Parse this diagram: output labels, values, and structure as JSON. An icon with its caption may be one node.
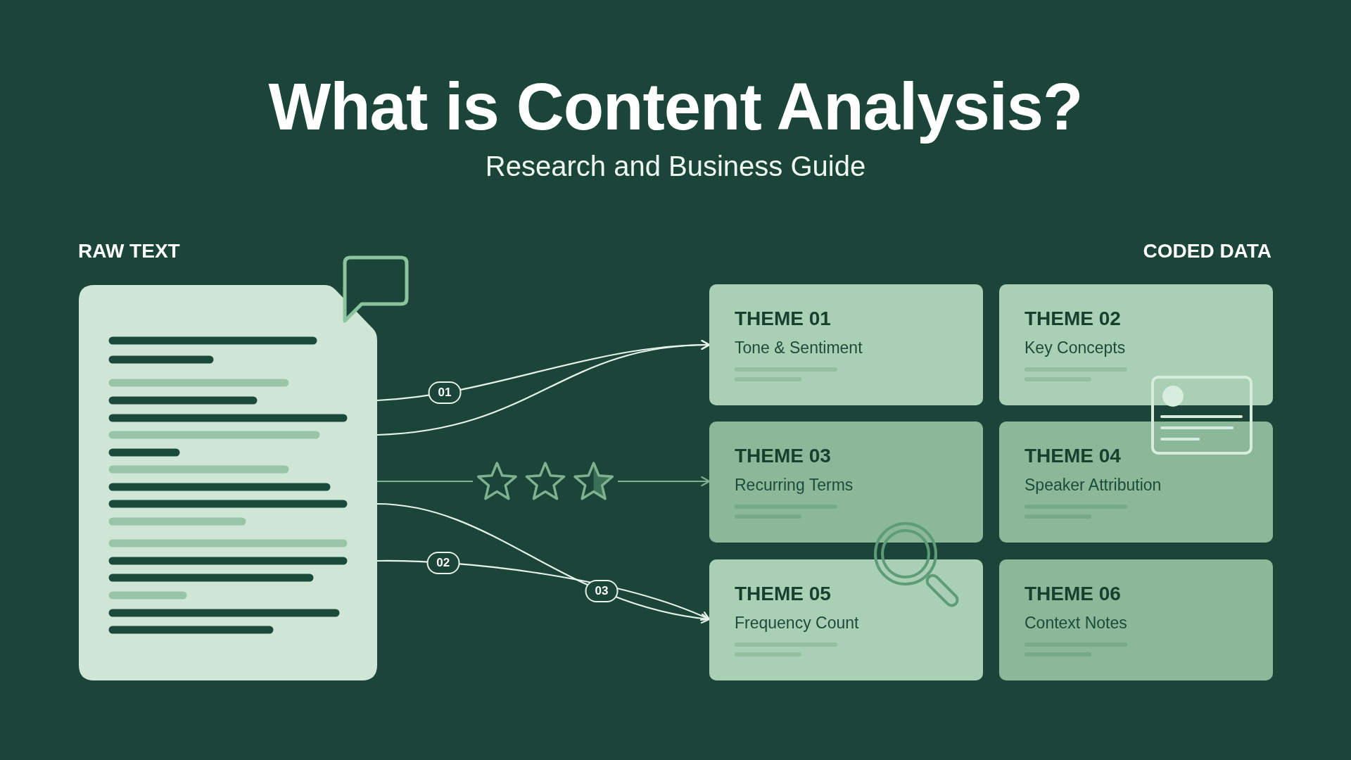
{
  "diagram": {
    "title": "What is Content Analysis?",
    "nodes": [
      {
        "text": [],
        "shape": "document"
      },
      {
        "text": [],
        "shape": "star"
      },
      {
        "text": [
          "THEME 01",
          "Tone & Sentiment"
        ]
      },
      {
        "text": [
          "THEME 02",
          "Key Concepts"
        ]
      },
      {
        "text": [
          "THEME 03",
          "Recurring Terms"
        ]
      },
      {
        "text": [
          "THEME 04",
          "Speaker Attribution"
        ]
      },
      {
        "text": [
          "THEME 05",
          "Frequency Count"
        ]
      },
      {
        "text": [
          "THEME 06",
          "Context Notes"
        ]
      }
    ],
    "edges": [
      {
        "from": 0,
        "to": 2,
        "arrow": "to",
        "label": "01"
      },
      {
        "from": 0,
        "to": 2,
        "arrow": "to"
      },
      {
        "from": 0,
        "to": 1,
        "arrow": "none",
        "color": "#7fb08f"
      },
      {
        "from": 1,
        "to": 4,
        "arrow": "to",
        "color": "#7fb08f"
      },
      {
        "from": 0,
        "to": 6,
        "arrow": "to",
        "label": "03"
      },
      {
        "from": 0,
        "to": 6,
        "arrow": "to",
        "label": "02"
      }
    ],
    "labels": [
      "Research and Business Guide",
      "RAW TEXT",
      "CODED DATA"
    ]
  }
}
